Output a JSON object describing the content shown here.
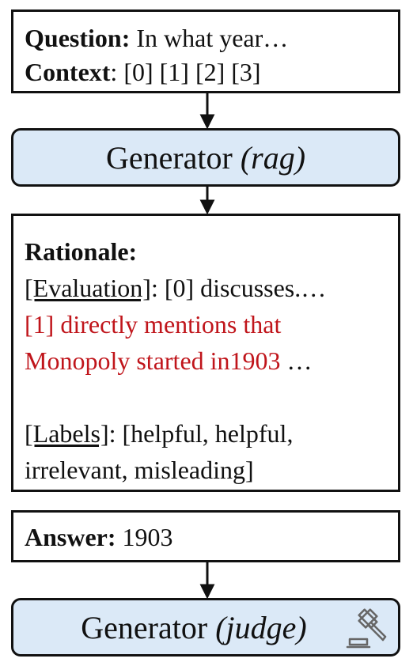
{
  "query_box": {
    "question_label": "Question:",
    "question_text": " In what year…",
    "context_label": "Context",
    "context_text": ": [0] [1] [2] [3]"
  },
  "generator_rag": {
    "name": "Generator ",
    "mode": "(rag)"
  },
  "rationale_box": {
    "title": "Rationale:",
    "evaluation_tag": "[Evaluation]",
    "evaluation_text": ": [0] discusses.…",
    "highlight_line1": "[1] directly mentions that",
    "highlight_line2": "Monopoly started in1903",
    "highlight_suffix": " …",
    "labels_tag": "[Labels]",
    "labels_text1": ": [helpful, helpful,",
    "labels_text2": "irrelevant, misleading]"
  },
  "answer_box": {
    "label": "Answer:",
    "value": " 1903"
  },
  "generator_judge": {
    "name": "Generator ",
    "mode": "(judge)",
    "icon": "gavel-icon"
  },
  "colors": {
    "generator_fill": "#dbe9f7",
    "highlight_red": "#c0151b",
    "border": "#111111"
  }
}
